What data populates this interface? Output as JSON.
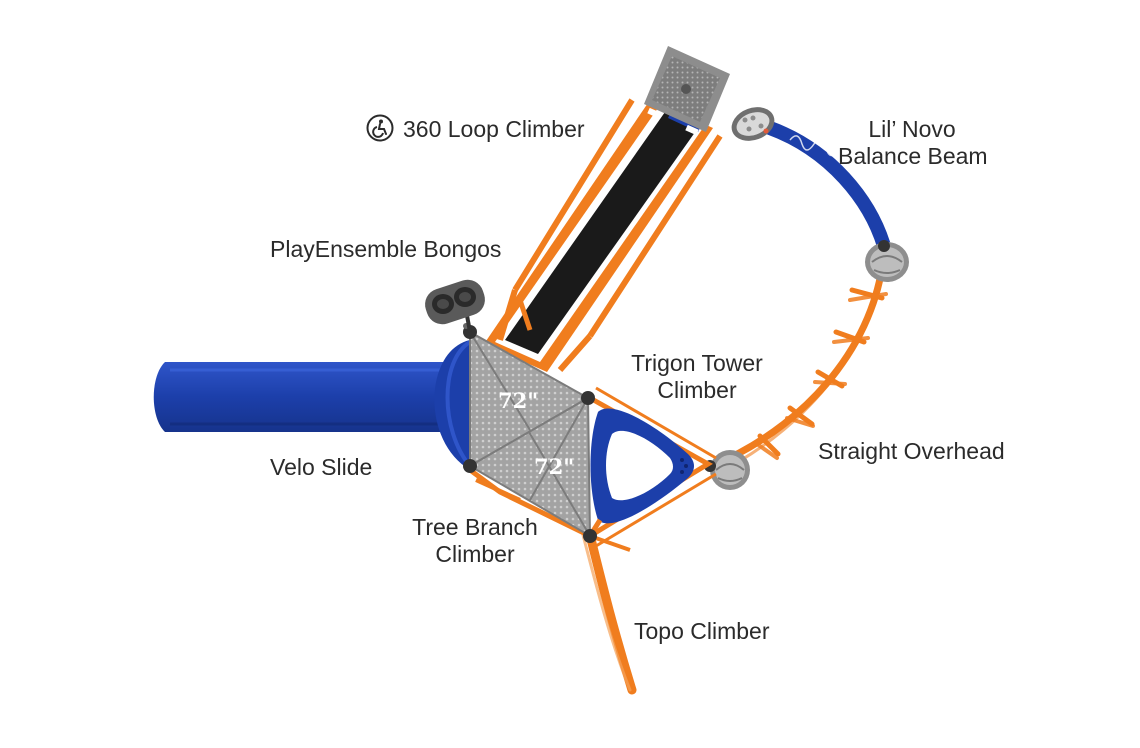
{
  "labels": {
    "loop_climber": "360 Loop Climber",
    "balance_beam_line1": "Lil’ Novo",
    "balance_beam_line2": "Balance Beam",
    "bongos": "PlayEnsemble Bongos",
    "trigon_line1": "Trigon Tower",
    "trigon_line2": "Climber",
    "overhead": "Straight Overhead",
    "slide": "Velo Slide",
    "tree_line1": "Tree Branch",
    "tree_line2": "Climber",
    "topo": "Topo Climber"
  },
  "deck_heights": {
    "upper_deck": "72\"",
    "lower_deck": "72\""
  },
  "icons": {
    "accessibility": "wheelchair-accessible-icon"
  },
  "colors": {
    "orange": "#f07d1e",
    "blue": "#1c3faa",
    "deck_gray": "#9a9a9a",
    "black": "#161616",
    "text": "#2b2b2b"
  }
}
